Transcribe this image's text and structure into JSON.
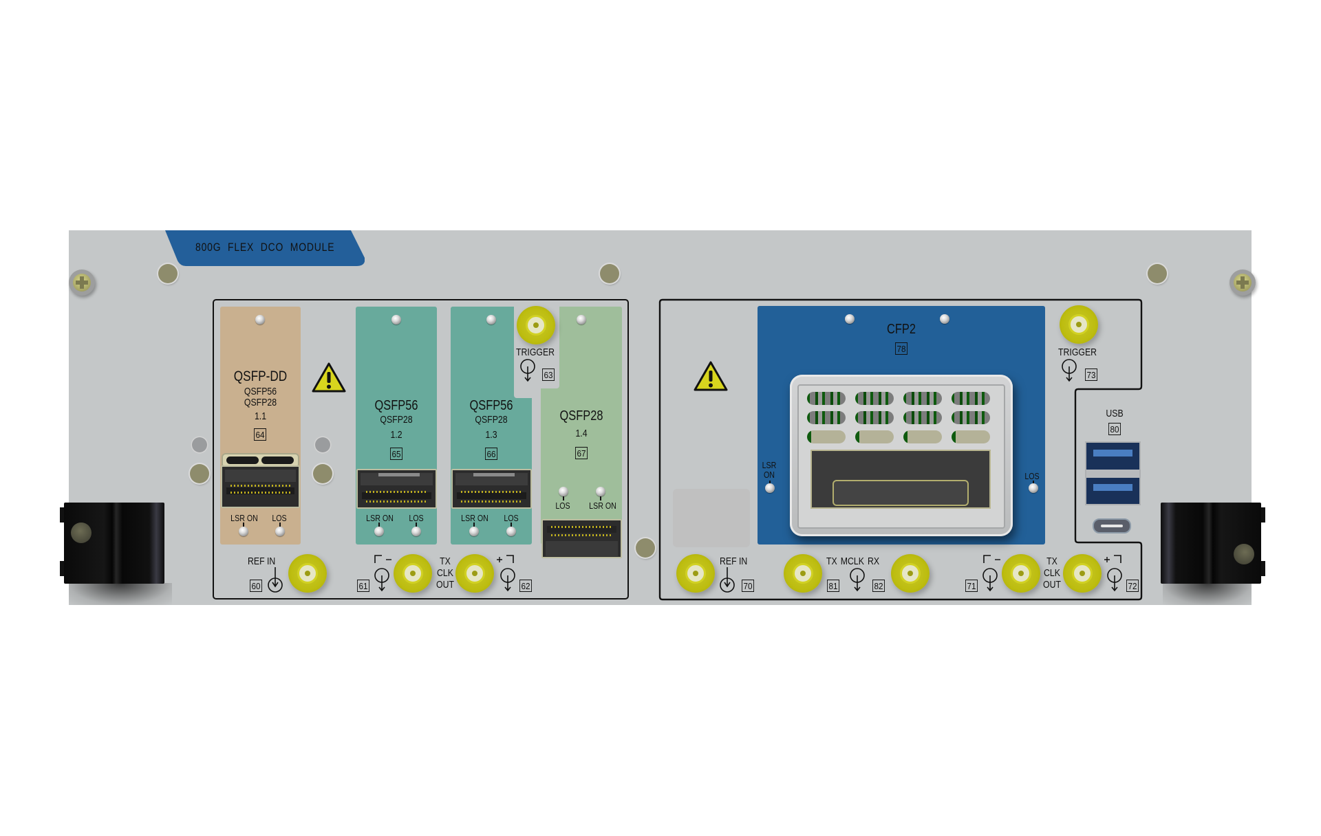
{
  "module": {
    "title": "800G FLEX DCO MODULE",
    "banner_color": "#235f9a",
    "panel_color": "#c4c7c8"
  },
  "left_section": {
    "ports": [
      {
        "id": "qsfp-dd",
        "title": "QSFP-DD",
        "subtitles": [
          "QSFP56",
          "QSFP28"
        ],
        "slot": "1.1",
        "number": "64",
        "color": "#c9b08f",
        "leds": [
          "LSR ON",
          "LOS"
        ]
      },
      {
        "id": "qsfp56-a",
        "title": "QSFP56",
        "subtitles": [
          "QSFP28"
        ],
        "slot": "1.2",
        "number": "65",
        "color": "#68aa9c",
        "leds": [
          "LSR ON",
          "LOS"
        ]
      },
      {
        "id": "qsfp56-b",
        "title": "QSFP56",
        "subtitles": [
          "QSFP28"
        ],
        "slot": "1.3",
        "number": "66",
        "color": "#68aa9c",
        "leds": [
          "LSR ON",
          "LOS"
        ]
      },
      {
        "id": "qsfp28",
        "title": "QSFP28",
        "subtitles": [],
        "slot": "1.4",
        "number": "67",
        "color": "#9fbe9b",
        "leds": [
          "LOS",
          "LSR ON"
        ]
      }
    ],
    "trigger": {
      "label": "TRIGGER",
      "number": "63"
    },
    "ref_in": {
      "label": "REF IN",
      "number": "60"
    },
    "tx_clk_out": {
      "label_lines": [
        "TX",
        "CLK",
        "OUT"
      ],
      "minus_number": "61",
      "plus_number": "62",
      "minus_sign": "−",
      "plus_sign": "+"
    }
  },
  "right_section": {
    "cfp2": {
      "title": "CFP2",
      "number": "78",
      "color": "#226098",
      "leds": [
        "LSR ON",
        "LOS"
      ],
      "led_left_lines": [
        "LSR",
        "ON"
      ]
    },
    "trigger": {
      "label": "TRIGGER",
      "number": "73"
    },
    "usb": {
      "label": "USB",
      "number": "80"
    },
    "ref_in": {
      "label": "REF IN",
      "number": "70"
    },
    "tx_mclk_rx": {
      "label": "TX MCLK RX",
      "tx_number": "81",
      "rx_number": "82"
    },
    "tx_clk_out": {
      "label_lines": [
        "TX",
        "CLK",
        "OUT"
      ],
      "minus_number": "71",
      "plus_number": "72",
      "minus_sign": "−",
      "plus_sign": "+"
    }
  },
  "icons": {
    "warning": "warning-triangle-icon",
    "ground_out": "signal-output-icon",
    "ground_in": "signal-input-icon"
  }
}
